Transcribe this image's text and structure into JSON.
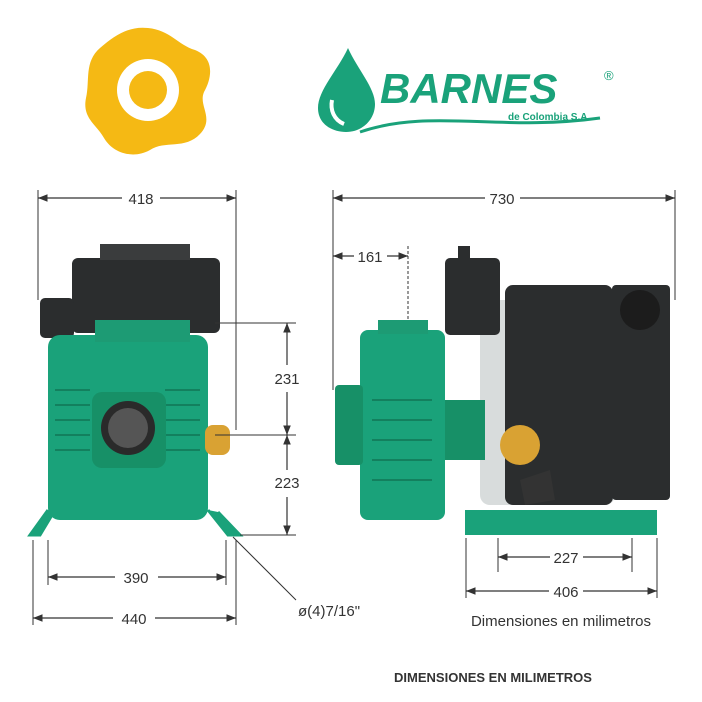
{
  "brand": {
    "name": "BARNES",
    "registered": "®",
    "subtitle": "de Colombia S.A.",
    "colors": {
      "green": "#1aa27a",
      "yellow": "#f5b914"
    }
  },
  "front_view": {
    "width_top": "418",
    "height_upper": "231",
    "height_lower": "223",
    "base_inner": "390",
    "base_outer": "440",
    "hole_note": "ø(4)7/16\""
  },
  "side_view": {
    "length_total": "730",
    "inlet_offset": "161",
    "base_inner": "227",
    "base_outer": "406",
    "units_note": "Dimensiones en milimetros"
  },
  "footer": {
    "units_title": "DIMENSIONES EN MILIMETROS"
  }
}
